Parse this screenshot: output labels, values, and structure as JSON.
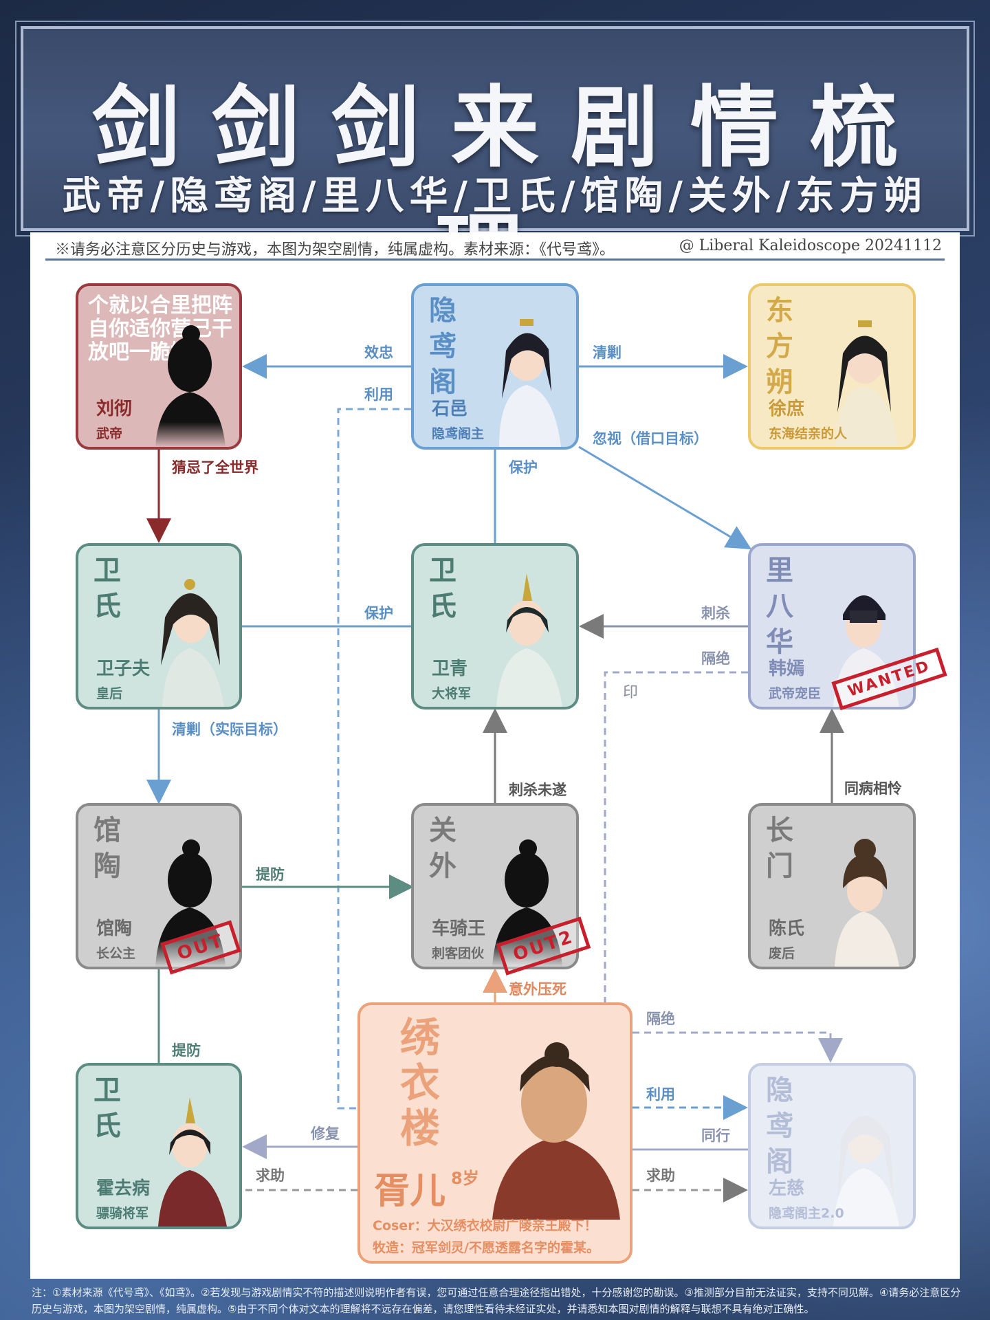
{
  "header": {
    "title": "剑剑剑来剧情梳理",
    "subtitle": "武帝/隐鸢阁/里八华/卫氏/馆陶/关外/东方朔"
  },
  "disclaimer": {
    "text": "※请务必注意区分历史与游戏，本图为架空剧情，纯属虚构。素材来源：《代号鸢》。",
    "credit": "@ Liberal Kaleidoscope 20241112"
  },
  "nodes": {
    "liuche": {
      "name": "刘彻",
      "role": "武帝",
      "hidden_text": "个就以合里把阵自你适你营己干放吧一脆娜"
    },
    "yinyuange": {
      "glyph": "隐鸢阁",
      "name": "石邑",
      "role": "隐鸢阁主"
    },
    "dongfangshuo": {
      "glyph": "东方朔",
      "name": "徐庶",
      "role": "东海结亲的人"
    },
    "weizifu": {
      "glyph": "卫氏",
      "name": "卫子夫",
      "role": "皇后"
    },
    "weiqing": {
      "glyph": "卫氏",
      "name": "卫青",
      "role": "大将军"
    },
    "libahua": {
      "glyph": "里八华",
      "name": "韩嫣",
      "role": "武帝宠臣",
      "stamp": "WANTED"
    },
    "guantao": {
      "glyph": "馆陶",
      "name": "馆陶",
      "role": "长公主",
      "stamp": "OUT"
    },
    "guanwai": {
      "glyph": "关外",
      "name": "车骑王",
      "role": "刺客团伙",
      "stamp": "OUT2"
    },
    "changmen": {
      "glyph": "长门",
      "name": "陈氏",
      "role": "废后"
    },
    "xiuyilou": {
      "glyph": "绣衣楼",
      "name": "胥儿",
      "age": "8岁",
      "coser": "Coser：大汉绣衣校尉广陵亲王殿下！",
      "voice": "牧造：冠军剑灵/不愿透露名字的霍某。"
    },
    "huoqubing": {
      "glyph": "卫氏",
      "name": "霍去病",
      "role": "骠骑将军"
    },
    "yinyuange2": {
      "glyph": "隐鸢阁",
      "name": "左慈",
      "role": "隐鸢阁主2.0"
    }
  },
  "edges": {
    "xiaozhong": "效忠",
    "liyong1": "利用",
    "qingjiao1": "清剿",
    "hushi": "忽视（借口目标）",
    "caiji": "猜忌了全世界",
    "baohu1": "保护",
    "baohu2": "保护",
    "cisha": "刺杀",
    "gejue1": "隔绝",
    "qingjiao2": "清剿（实际目标）",
    "tifang1": "提防",
    "cishaweisui": "刺杀未遂",
    "tongbing": "同病相怜",
    "yiwai": "意外压死",
    "gejue2": "隔绝",
    "tifang2": "提防",
    "xiufu": "修复",
    "qiuzhu1": "求助",
    "liyong2": "利用",
    "tongxing": "同行",
    "qiuzhu2": "求助"
  },
  "seal": "印",
  "footnote": "注：①素材来源《代号鸢》、《如鸢》。②若发现与游戏剧情实不符的描述则说明作者有误，您可通过任意合理途径指出错处，十分感谢您的勘误。③推测部分目前无法证实，支持不同见解。④请务必注意区分历史与游戏，本图为架空剧情，纯属虚构。⑤由于不同个体对文本的理解将不远存在偏差，请您理性看待未经证实处，并请悉知本图对剧情的解释与联想不具有绝对正确性。"
}
